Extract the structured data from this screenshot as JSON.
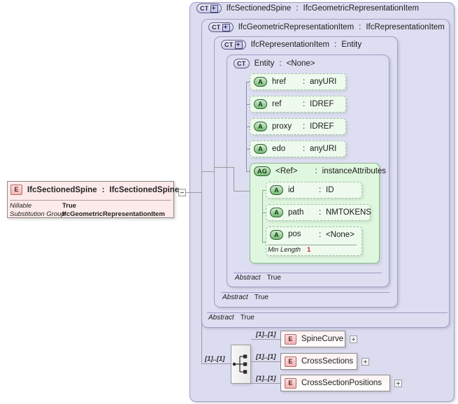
{
  "diagram": {
    "kind": "xsd-schema-diagram",
    "colors": {
      "complex_type_fill": "#dcdcf1",
      "complex_type_border": "#9e9ec4",
      "attribute_fill": "#eefaee",
      "attribute_group_fill": "#dff7df",
      "element_fill": "#fdeaea",
      "facet_value": "#cc2222",
      "connector": "#8a8aa8"
    }
  },
  "complex_types": [
    {
      "badge": "CT",
      "expandable": true,
      "name": "IfcSectionedSpine",
      "separator": ":",
      "type": "IfcGeometricRepresentationItem"
    },
    {
      "badge": "CT",
      "expandable": true,
      "name": "IfcGeometricRepresentationItem",
      "separator": ":",
      "type": "IfcRepresentationItem"
    },
    {
      "badge": "CT",
      "expandable": true,
      "name": "IfcRepresentationItem",
      "separator": ":",
      "type": "Entity"
    },
    {
      "badge": "CT",
      "expandable": false,
      "name": "Entity",
      "separator": ":",
      "type": "<None>"
    }
  ],
  "entity_attributes": [
    {
      "badge": "A",
      "name": "href",
      "separator": ":",
      "type": "anyURI"
    },
    {
      "badge": "A",
      "name": "ref",
      "separator": ":",
      "type": "IDREF"
    },
    {
      "badge": "A",
      "name": "proxy",
      "separator": ":",
      "type": "IDREF"
    },
    {
      "badge": "A",
      "name": "edo",
      "separator": ":",
      "type": "anyURI"
    }
  ],
  "attribute_group": {
    "badge": "AG",
    "name": "<Ref>",
    "separator": ":",
    "type": "instanceAttributes",
    "attributes": [
      {
        "badge": "A",
        "name": "id",
        "separator": ":",
        "type": "ID"
      },
      {
        "badge": "A",
        "name": "path",
        "separator": ":",
        "type": "NMTOKENS"
      },
      {
        "badge": "A",
        "name": "pos",
        "separator": ":",
        "type": "<None>",
        "facet": {
          "label": "Min Length",
          "value": "1"
        }
      }
    ]
  },
  "abstract_rows": [
    {
      "label": "Abstract",
      "value": "True"
    },
    {
      "label": "Abstract",
      "value": "True"
    },
    {
      "label": "Abstract",
      "value": "True"
    }
  ],
  "element": {
    "badge": "E",
    "name": "IfcSectionedSpine",
    "separator": ":",
    "type": "IfcSectionedSpine",
    "properties": [
      {
        "label": "Nillable",
        "value": "True"
      },
      {
        "label": "Substitution Group",
        "value": "IfcGeometricRepresentationItem"
      }
    ],
    "collapse_control": "minus"
  },
  "sequence": {
    "compositor": "sequence",
    "occurs": "[1]..[1]",
    "children": [
      {
        "badge": "E",
        "name": "SpineCurve",
        "occurs": "[1]..[1]",
        "expander": "plus"
      },
      {
        "badge": "E",
        "name": "CrossSections",
        "occurs": "[1]..[1]",
        "expander": "plus"
      },
      {
        "badge": "E",
        "name": "CrossSectionPositions",
        "occurs": "[1]..[1]",
        "expander": "plus"
      }
    ]
  }
}
